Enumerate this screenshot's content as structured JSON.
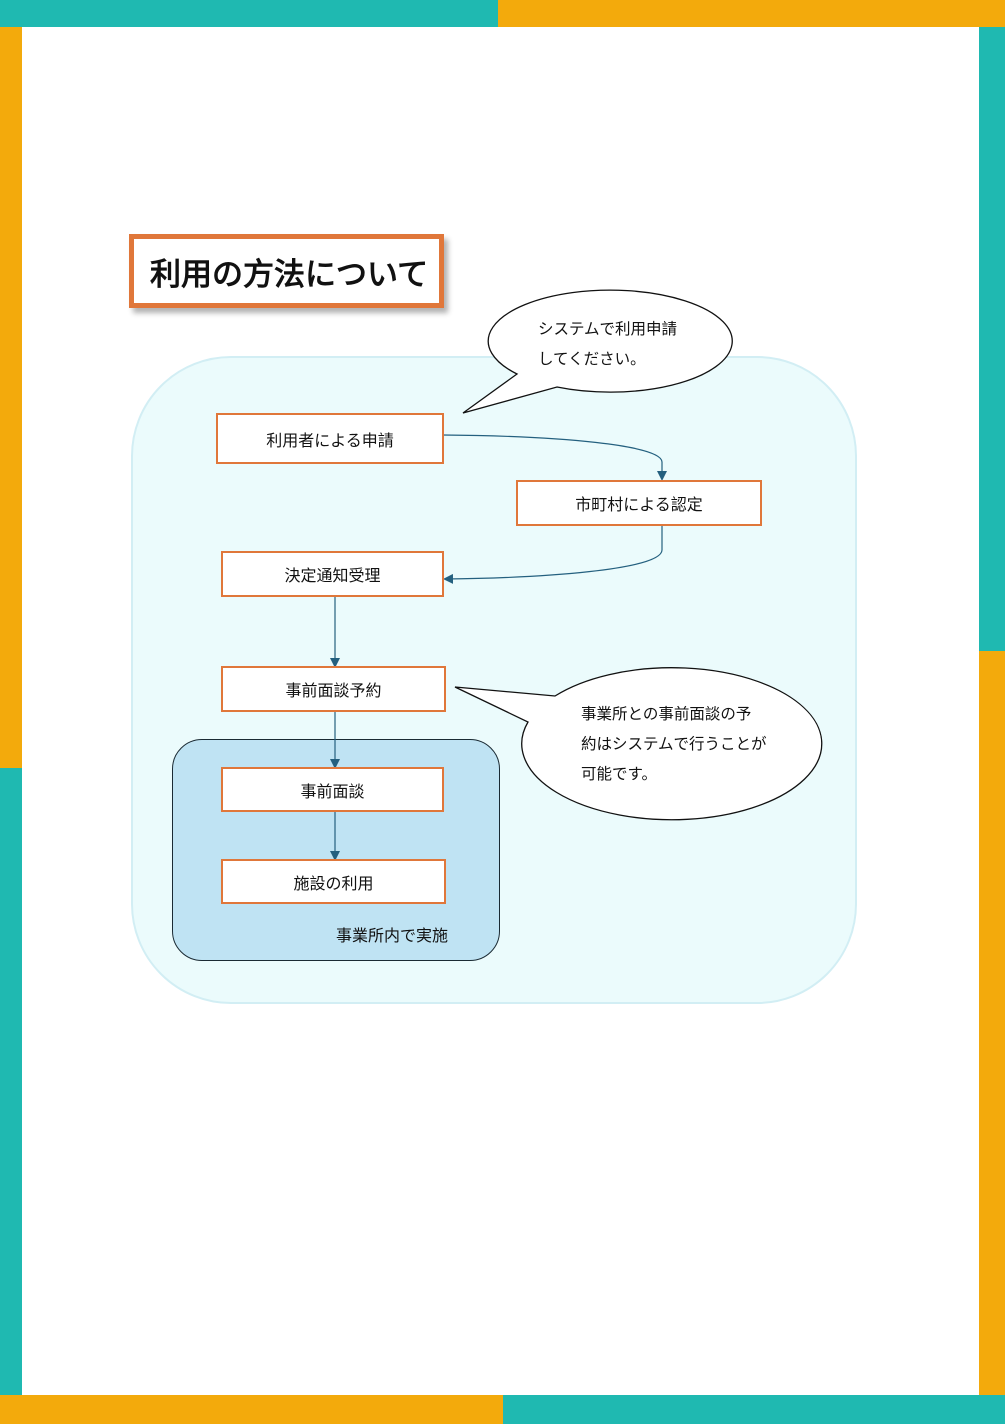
{
  "title": "利用の方法について",
  "steps": [
    {
      "label": "利用者による申請"
    },
    {
      "label": "市町村による認定"
    },
    {
      "label": "決定通知受理"
    },
    {
      "label": "事前面談予約"
    },
    {
      "label": "事前面談"
    },
    {
      "label": "施設の利用"
    }
  ],
  "group_label": "事業所内で実施",
  "callouts": [
    {
      "lines": [
        "システムで利用申請",
        "してください。"
      ]
    },
    {
      "lines": [
        "事業所との事前面談の予",
        "約はシステムで行うことが",
        "可能です。"
      ]
    }
  ],
  "colors": {
    "teal": "#1fb9b1",
    "orange": "#f3aa0c",
    "box_border": "#e0773a",
    "arrow": "#24607f"
  }
}
